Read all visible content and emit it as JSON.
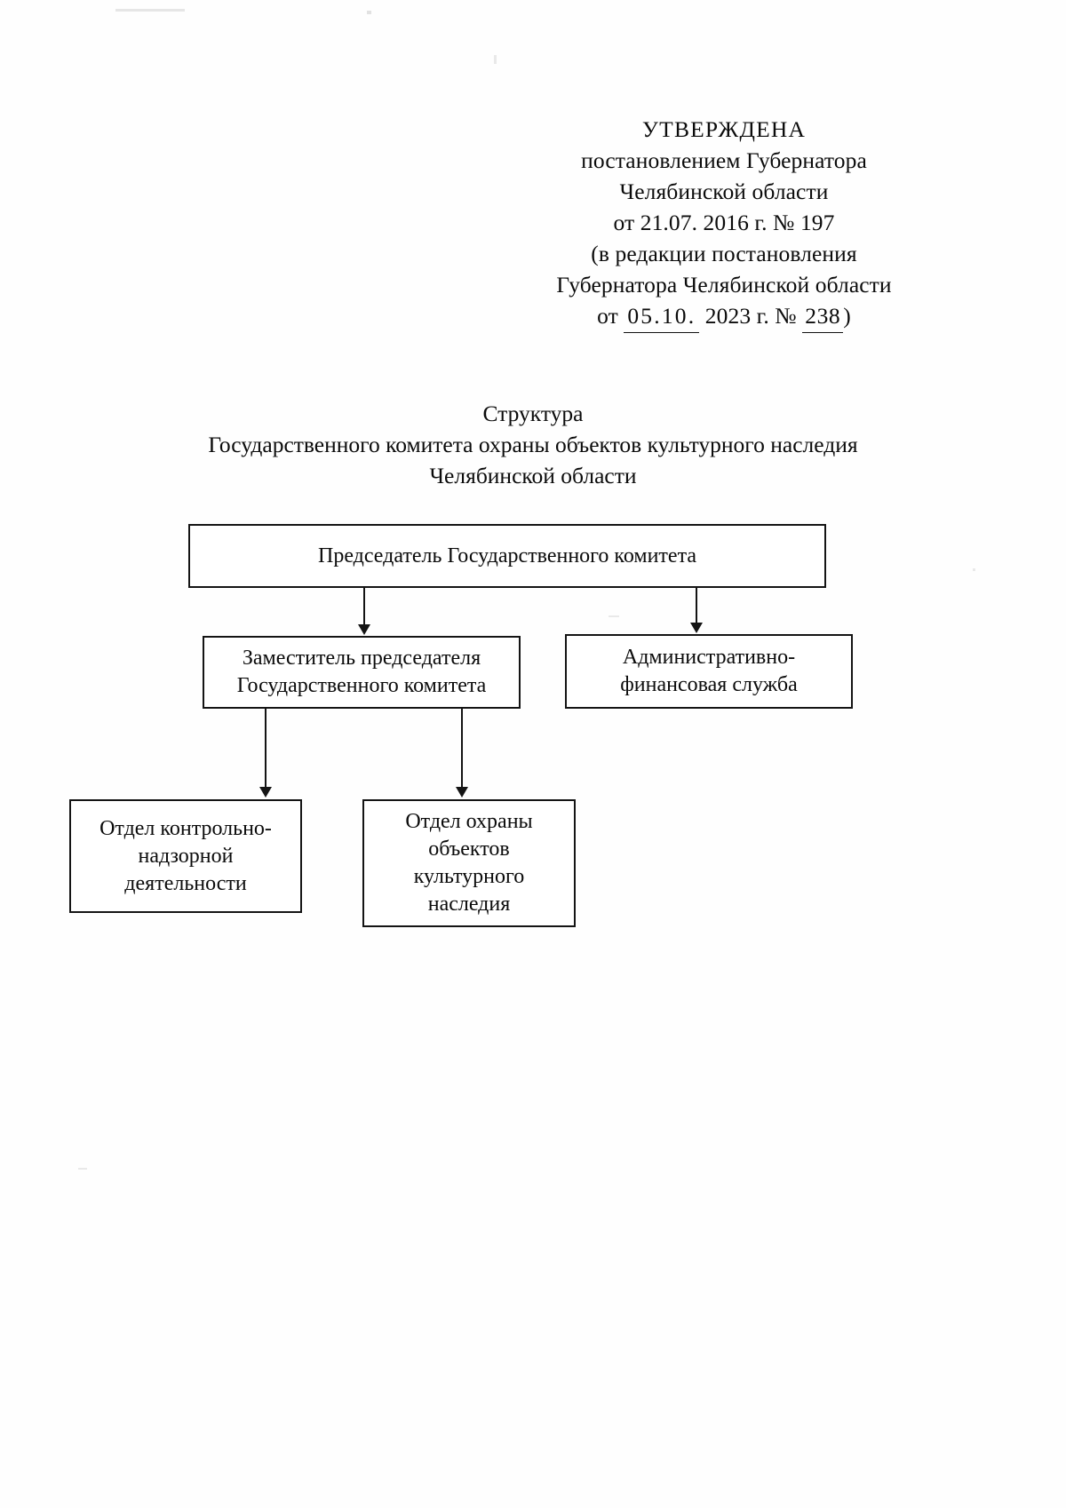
{
  "document": {
    "approval": {
      "lines": [
        "УТВЕРЖДЕНА",
        "постановлением Губернатора",
        "Челябинской области",
        "от 21.07. 2016 г. № 197",
        "(в редакции постановления",
        "Губернатора Челябинской области"
      ],
      "last_line": {
        "prefix": "от",
        "date_filled": "05.10.",
        "year": "2023 г. № ",
        "number_sign": "№",
        "number_filled": "238",
        "suffix": ")"
      }
    },
    "title": {
      "line1": "Структура",
      "line2": "Государственного комитета охраны объектов культурного наследия",
      "line3": "Челябинской области"
    }
  },
  "chart_data": {
    "type": "diagram",
    "title": "Структура Государственного комитета охраны объектов культурного наследия Челябинской области",
    "orientation": "top-down",
    "nodes": [
      {
        "id": "chairman",
        "label": "Председатель Государственного комитета",
        "level": 0
      },
      {
        "id": "deputy",
        "label": "Заместитель председателя\nГосударственного комитета",
        "level": 1
      },
      {
        "id": "admin_fin",
        "label": "Административно-\nфинансовая служба",
        "level": 1
      },
      {
        "id": "control",
        "label": "Отдел контрольно-\nнадзорной\nдеятельности",
        "level": 2
      },
      {
        "id": "heritage",
        "label": "Отдел охраны\nобъектов\nкультурного\nнаследия",
        "level": 2
      }
    ],
    "edges": [
      {
        "from": "chairman",
        "to": "deputy",
        "style": "arrow"
      },
      {
        "from": "chairman",
        "to": "admin_fin",
        "style": "arrow"
      },
      {
        "from": "deputy",
        "to": "control",
        "style": "arrow"
      },
      {
        "from": "deputy",
        "to": "heritage",
        "style": "arrow"
      }
    ],
    "node_labels": {
      "chairman": "Председатель Государственного комитета",
      "deputy_l1": "Заместитель председателя",
      "deputy_l2": "Государственного комитета",
      "admin_l1": "Административно-",
      "admin_l2": "финансовая служба",
      "control_l1": "Отдел контрольно-",
      "control_l2": "надзорной",
      "control_l3": "деятельности",
      "heritage_l1": "Отдел охраны",
      "heritage_l2": "объектов",
      "heritage_l3": "культурного",
      "heritage_l4": "наследия"
    },
    "colors": {
      "stroke": "#141414",
      "fill": "#ffffff",
      "text": "#0b0b0b"
    }
  }
}
